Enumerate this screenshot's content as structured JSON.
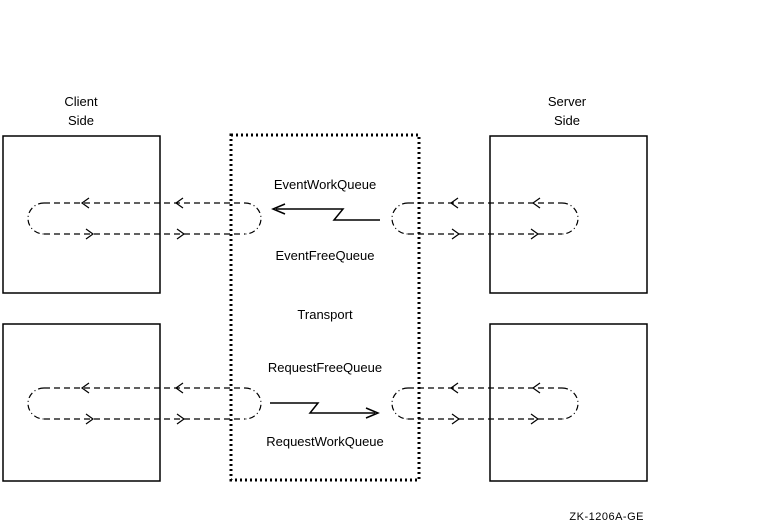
{
  "labels": {
    "client_line1": "Client",
    "client_line2": "Side",
    "server_line1": "Server",
    "server_line2": "Side",
    "event_work_queue": "EventWorkQueue",
    "event_free_queue": "EventFreeQueue",
    "transport": "Transport",
    "request_free_queue": "RequestFreeQueue",
    "request_work_queue": "RequestWorkQueue",
    "figure_id": "ZK-1206A-GE"
  },
  "flows": {
    "event_path": "server-to-client",
    "request_path": "client-to-server"
  }
}
